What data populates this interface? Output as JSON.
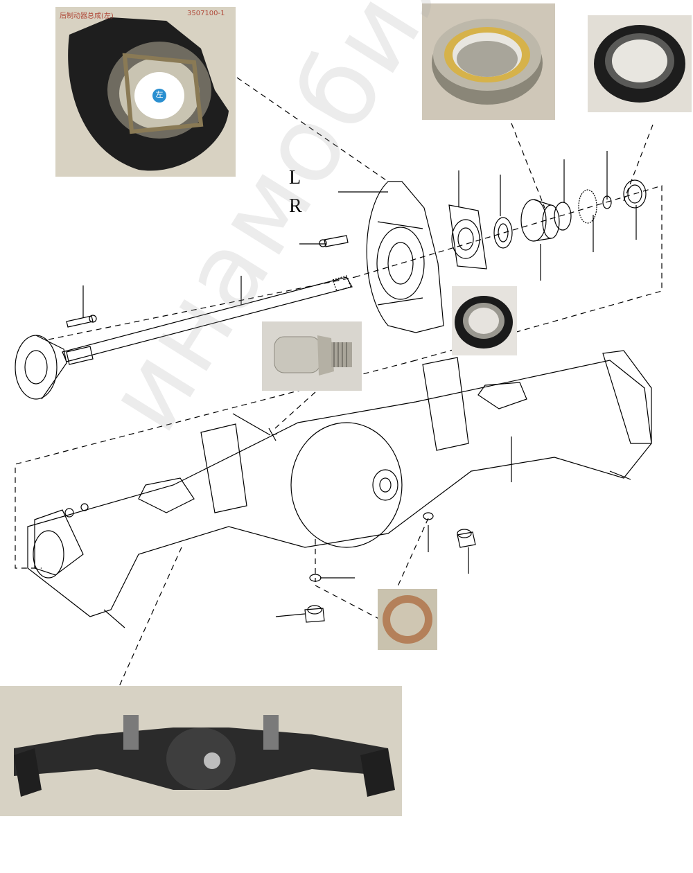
{
  "backing_plate_photo": {
    "caption_left": "后制动器总成(左)",
    "caption_right": "3507100-1",
    "badge": "左"
  },
  "side_labels": {
    "left": "L",
    "right": "R"
  },
  "watermark": "инамобил.рф",
  "colors": {
    "line": "#000000",
    "leader_dash": "#000000",
    "photo_bg": "#d8d2c2",
    "copper": "#b4805a"
  }
}
